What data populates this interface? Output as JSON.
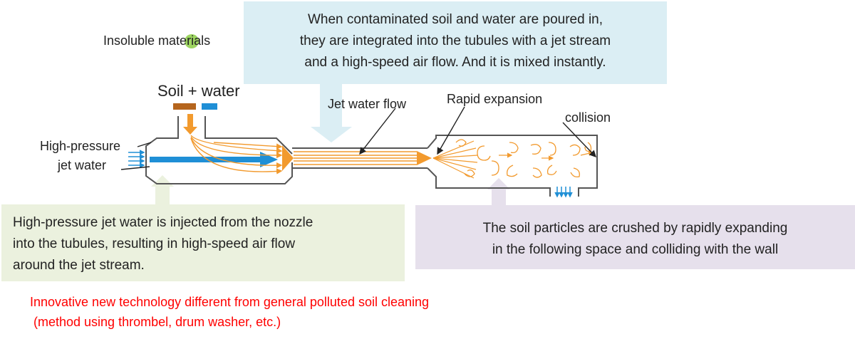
{
  "labels": {
    "insoluble": "Insoluble materials",
    "soil_water": "Soil + water",
    "jet_water_flow": "Jet water flow",
    "rapid_expansion": "Rapid expansion",
    "collision": "collision",
    "high_pressure_1": "High-pressure",
    "high_pressure_2": "jet water"
  },
  "boxes": {
    "top": [
      "When contaminated soil and water are poured in,",
      "they are integrated into the tubules with a jet stream",
      "and a high-speed air flow. And it is mixed instantly."
    ],
    "left": [
      "High-pressure jet water is injected from the nozzle",
      "into the tubules, resulting in high-speed air flow",
      "around the jet stream."
    ],
    "right": [
      "The soil particles are crushed by rapidly expanding",
      "in the following space and colliding with the wall"
    ]
  },
  "note": [
    "Innovative new technology different from general polluted  soil cleaning",
    " (method using thrombel, drum washer, etc.)"
  ],
  "colors": {
    "top_box": "#dbeef4",
    "left_box": "#ebf1de",
    "right_box": "#e6e0ec",
    "jet_blue": "#1f8fd6",
    "flow_orange": "#f29a2e",
    "soil_brown": "#b5651d",
    "note_red": "#ff0000"
  }
}
